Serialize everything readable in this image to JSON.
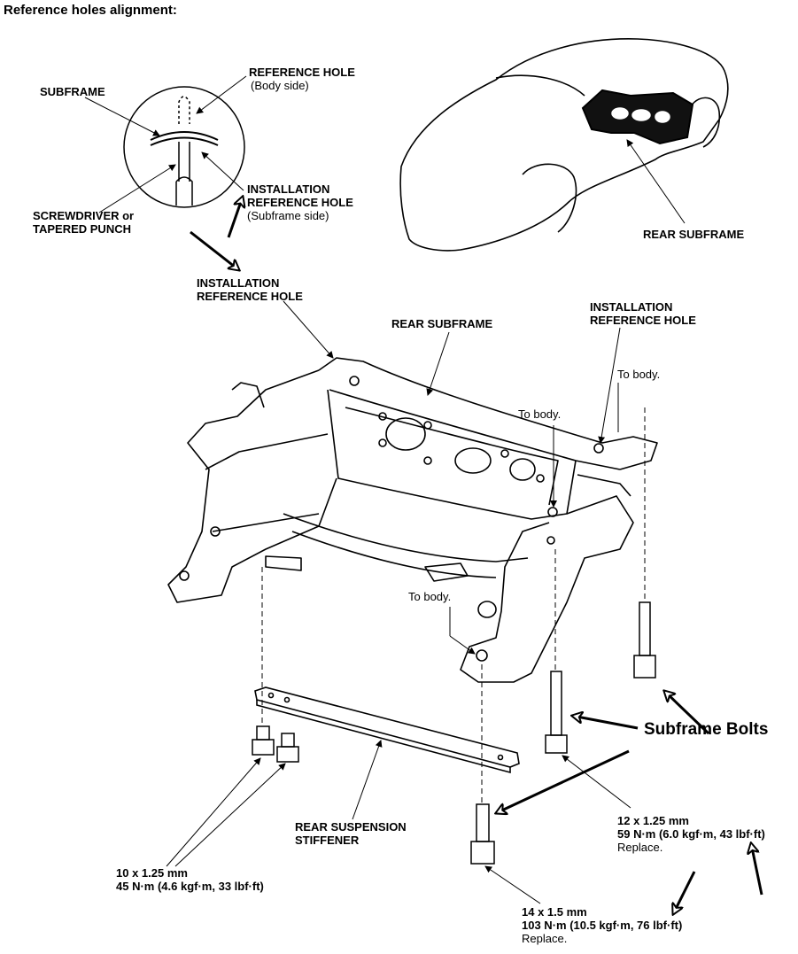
{
  "title": "Reference holes alignment:",
  "labels": {
    "subframe": "SUBFRAME",
    "ref_hole_body_1": "REFERENCE HOLE",
    "ref_hole_body_2": "(Body side)",
    "inst_ref_sub_1": "INSTALLATION",
    "inst_ref_sub_2": "REFERENCE HOLE",
    "inst_ref_sub_3": "(Subframe side)",
    "screwdriver_1": "SCREWDRIVER or",
    "screwdriver_2": "TAPERED PUNCH",
    "rear_subframe_car": "REAR SUBFRAME",
    "inst_ref_left_1": "INSTALLATION",
    "inst_ref_left_2": "REFERENCE HOLE",
    "rear_subframe_main": "REAR SUBFRAME",
    "inst_ref_right_1": "INSTALLATION",
    "inst_ref_right_2": "REFERENCE HOLE",
    "to_body_1": "To body.",
    "to_body_2": "To body.",
    "to_body_3": "To body.",
    "subframe_bolts": "Subframe Bolts",
    "stiffener_1": "REAR SUSPENSION",
    "stiffener_2": "STIFFENER",
    "spec_small_1": "10 x 1.25 mm",
    "spec_small_2": "45 N·m (4.6 kgf·m, 33 lbf·ft)",
    "spec_mid_1": "12 x 1.25 mm",
    "spec_mid_2": "59 N·m (6.0 kgf·m, 43 lbf·ft)",
    "spec_mid_3": "Replace.",
    "spec_big_1": "14 x 1.5 mm",
    "spec_big_2": "103 N·m (10.5 kgf·m, 76 lbf·ft)",
    "spec_big_3": "Replace."
  }
}
